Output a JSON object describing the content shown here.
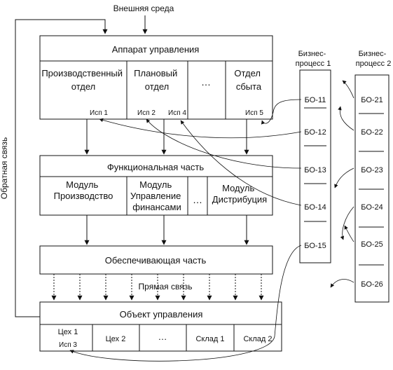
{
  "external_env": "Внешняя среда",
  "feedback": "Обратная связь",
  "direct_link": "Прямая связь",
  "management": {
    "title": "Аппарат управления",
    "departments": [
      {
        "lines": [
          "Производственный",
          "отдел"
        ],
        "exec": "Исп 1"
      },
      {
        "lines": [
          "Плановый",
          "отдел"
        ],
        "exec": "Исп  2"
      },
      {
        "lines": [
          "…"
        ],
        "exec": "Исп 4"
      },
      {
        "lines": [
          "Отдел",
          "сбыта"
        ],
        "exec": "Исп 5"
      }
    ]
  },
  "functional": {
    "title": "Функциональная часть",
    "modules": [
      {
        "lines": [
          "Модуль",
          "Производство"
        ]
      },
      {
        "lines": [
          "Модуль",
          "Управление",
          "финансами"
        ]
      },
      {
        "lines": [
          "…"
        ]
      },
      {
        "lines": [
          "Модуль",
          "Дистрибуция"
        ]
      }
    ]
  },
  "support": {
    "title": "Обеспечивающая часть"
  },
  "object": {
    "title": "Объект управления",
    "units": [
      {
        "label": "Цех 1",
        "sub": "Исп 3"
      },
      {
        "label": "Цех 2",
        "sub": ""
      },
      {
        "label": "…",
        "sub": ""
      },
      {
        "label": "Склад 1",
        "sub": ""
      },
      {
        "label": "Склад 2",
        "sub": ""
      }
    ]
  },
  "bp1": {
    "title": [
      "Бизнес-",
      "процесс 1"
    ],
    "items": [
      "БО-11",
      "БО-12",
      "БО-13",
      "БО-14",
      "БО-15"
    ]
  },
  "bp2": {
    "title": [
      "Бизнес-",
      "процесс 2"
    ],
    "items": [
      "БО-21",
      "БО-22",
      "БО-23",
      "БО-24",
      "БО-25",
      "БО-26"
    ]
  }
}
